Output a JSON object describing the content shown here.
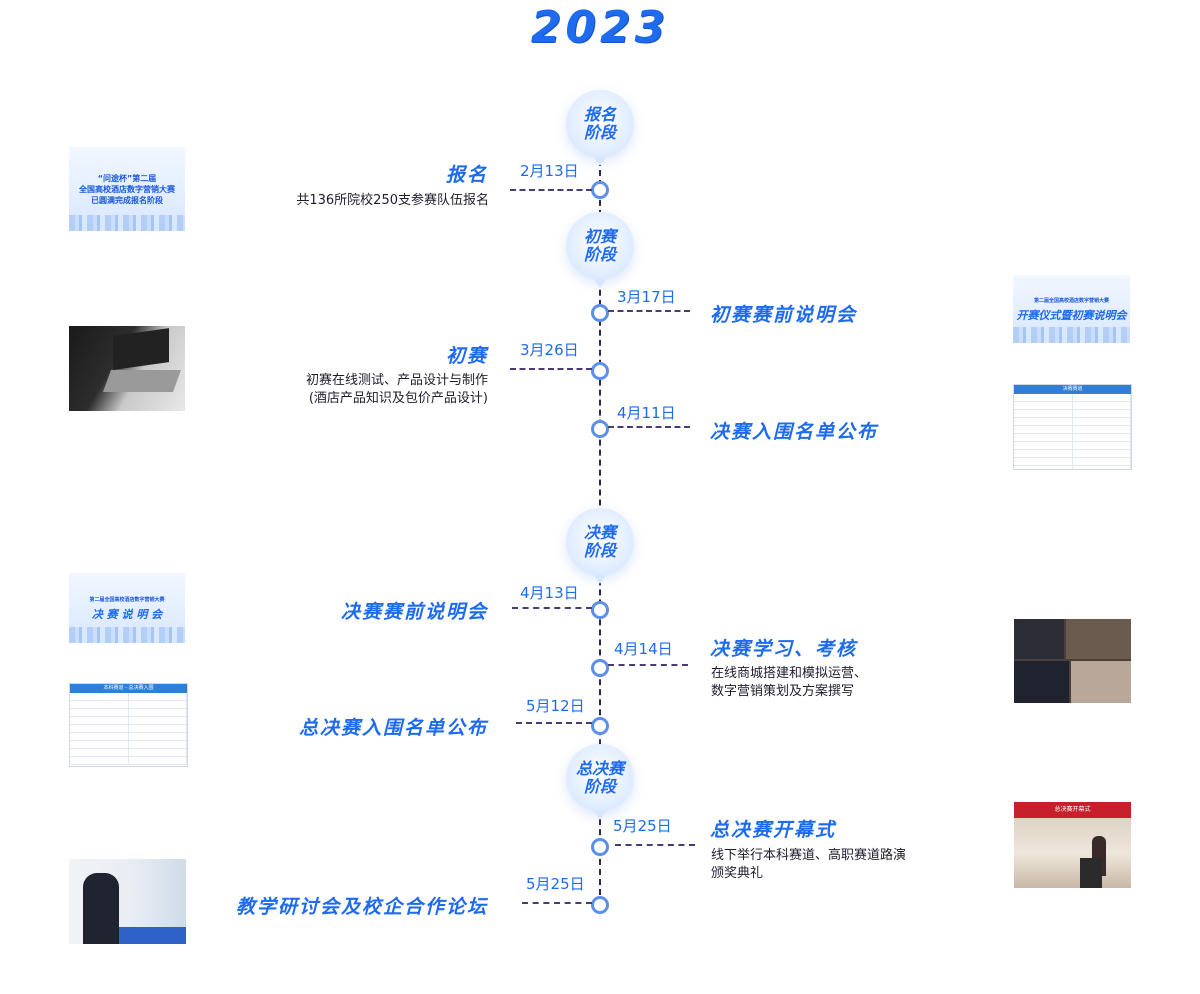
{
  "year": "2023",
  "stages": {
    "signup": "报名阶段",
    "prelim": "初赛阶段",
    "final": "决赛阶段",
    "grand_final": "总决赛阶段"
  },
  "stage_lines": {
    "signup": [
      "报名",
      "阶段"
    ],
    "prelim": [
      "初赛",
      "阶段"
    ],
    "final": [
      "决赛",
      "阶段"
    ],
    "grand_final": [
      "总决赛",
      "阶段"
    ]
  },
  "events": [
    {
      "date": "2月13日",
      "title": "报名",
      "desc": [
        "共136所院校250支参赛队伍报名"
      ]
    },
    {
      "date": "3月17日",
      "title": "初赛赛前说明会",
      "desc": []
    },
    {
      "date": "3月26日",
      "title": "初赛",
      "desc": [
        "初赛在线测试、产品设计与制作",
        "(酒店产品知识及包价产品设计)"
      ]
    },
    {
      "date": "4月11日",
      "title": "决赛入围名单公布",
      "desc": []
    },
    {
      "date": "4月13日",
      "title": "决赛赛前说明会",
      "desc": []
    },
    {
      "date": "4月14日",
      "title": "决赛学习、考核",
      "desc": [
        "在线商城搭建和模拟运营、",
        "数字营销策划及方案撰写"
      ]
    },
    {
      "date": "5月12日",
      "title": "总决赛入围名单公布",
      "desc": []
    },
    {
      "date": "5月25日",
      "title": "总决赛开幕式",
      "desc": [
        "线下举行本科赛道、高职赛道路演",
        "颁奖典礼"
      ]
    },
    {
      "date": "5月25日",
      "title": "教学研讨会及校企合作论坛",
      "desc": []
    }
  ],
  "thumbs": {
    "signup_poster": [
      "“问途杯”第二届",
      "全国高校酒店数字营销大赛",
      "已圆满完成报名阶段"
    ],
    "prelim_briefing_poster": {
      "top": "第二届全国高校酒店数字营销大赛",
      "main": "开赛仪式暨初赛说明会"
    },
    "final_list_header": "决赛赛道",
    "final_briefing_poster": {
      "top": "第二届全国高校酒店数字营销大赛",
      "main": "决 赛 说 明 会"
    },
    "grand_final_list_header": "本科赛道 - 总决赛入围",
    "opening_banner": "总决赛开幕式"
  },
  "colors": {
    "accent": "#1e6bf0",
    "text": "#1d1d2c",
    "connector": "#4b3a78"
  }
}
